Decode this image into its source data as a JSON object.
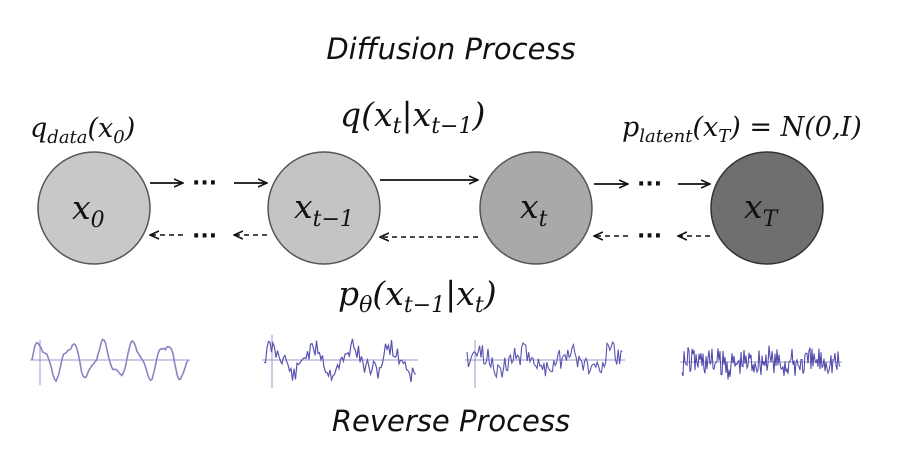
{
  "diagram": {
    "title_top": "Diffusion Process",
    "title_bottom": "Reverse Process",
    "data_dist": {
      "base": "q",
      "sub": "data",
      "arg": "(x",
      "argsub": "0",
      "close": ")"
    },
    "latent_dist": {
      "base": "p",
      "sub": "latent",
      "arg": "(x",
      "argsub": "T",
      "close": ") = N(0,I)"
    },
    "forward_q": {
      "base": "q",
      "arg": "(x",
      "sub1": "t",
      "mid": "|x",
      "sub2": "t−1",
      "close": ")"
    },
    "reverse_p": {
      "base": "p",
      "sub": "θ",
      "arg": "(x",
      "sub1": "t−1",
      "mid": "|x",
      "sub2": "t",
      "close": ")"
    },
    "ellipsis": "···",
    "nodes": [
      {
        "var": "x",
        "sub": "0",
        "color": "#c8c8c8"
      },
      {
        "var": "x",
        "sub": "t−1",
        "color": "#c4c4c4"
      },
      {
        "var": "x",
        "sub": "t",
        "color": "#a9a9a9"
      },
      {
        "var": "x",
        "sub": "T",
        "color": "#6f6f6f"
      }
    ],
    "signal_colors": {
      "clean": "#8a84c4",
      "noisy": "#4a44a8"
    }
  }
}
